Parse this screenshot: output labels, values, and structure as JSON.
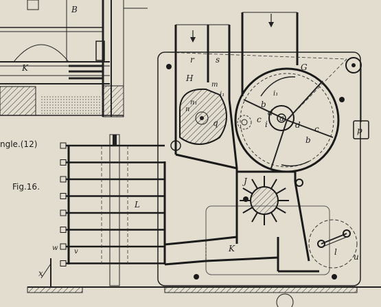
{
  "figure": {
    "caption_top": "ngle.(12)",
    "caption_fig": "Fig.16."
  },
  "labels": {
    "B": "B",
    "K_top": "K",
    "r": "r",
    "s": "s",
    "H": "H",
    "m": "m",
    "n1": "n₁",
    "n": "n",
    "q": "q",
    "i1_left": "i₁",
    "G": "G",
    "i1_right": "i₁",
    "b_upper": "b",
    "d_upper": "d",
    "c_left": "c",
    "a": "a",
    "i": "i",
    "d_lower": "d",
    "c_right": "c",
    "b_lower": "b",
    "p": "p",
    "J": "J",
    "L": "L",
    "K_bottom": "K",
    "w": "w",
    "v": "v",
    "x": "x",
    "l": "l",
    "u": "u"
  },
  "colors": {
    "paper": "#e2ddcf",
    "ink": "#1a1a1a"
  }
}
